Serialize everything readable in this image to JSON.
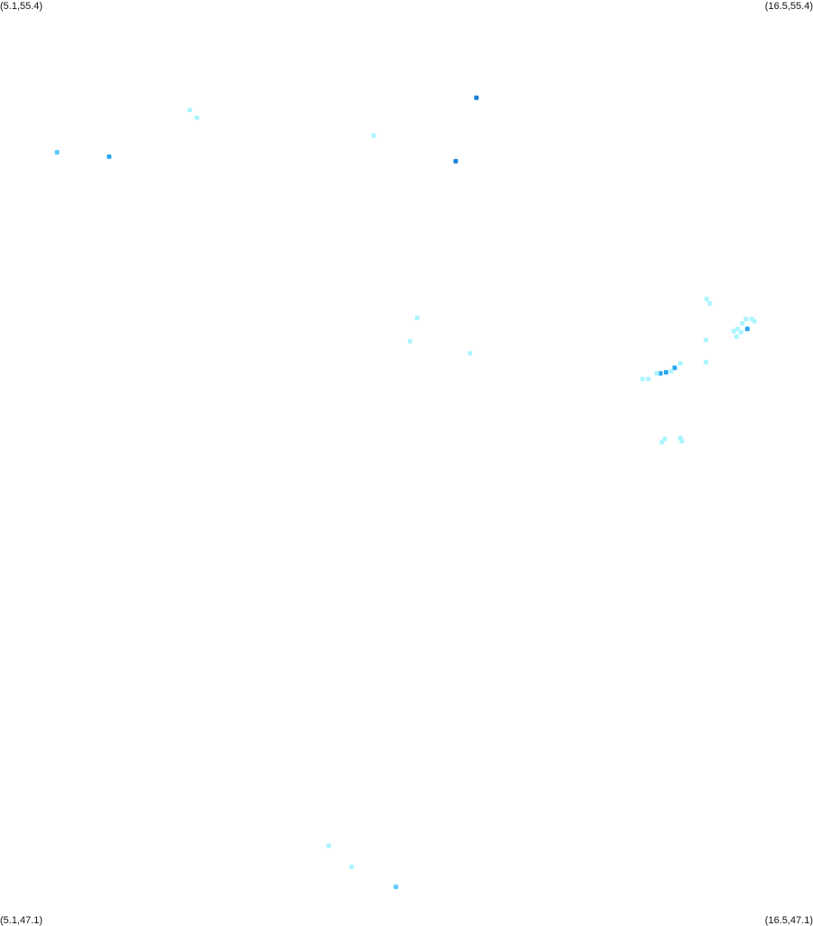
{
  "map": {
    "corners": {
      "top_left": "(5.1,55.4)",
      "top_right": "(16.5,55.4)",
      "bottom_left": "(5.1,47.1)",
      "bottom_right": "(16.5,47.1)"
    },
    "bounds": {
      "lon_min": 5.1,
      "lon_max": 16.5,
      "lat_min": 47.1,
      "lat_max": 55.4
    },
    "colors": {
      "background": "#ffffff",
      "light": "#a6f4ff",
      "medium": "#5cc8ff",
      "strong": "#2aa8f0",
      "dark": "#1a7fd6"
    },
    "points": [
      {
        "lon": 11.78,
        "lat": 54.52,
        "level": "dark"
      },
      {
        "lon": 7.76,
        "lat": 54.41,
        "level": "light"
      },
      {
        "lon": 7.86,
        "lat": 54.34,
        "level": "light"
      },
      {
        "lon": 10.34,
        "lat": 54.18,
        "level": "light"
      },
      {
        "lon": 5.9,
        "lat": 54.03,
        "level": "medium"
      },
      {
        "lon": 6.63,
        "lat": 53.99,
        "level": "strong"
      },
      {
        "lon": 11.49,
        "lat": 53.95,
        "level": "dark"
      },
      {
        "lon": 15.01,
        "lat": 52.71,
        "level": "light"
      },
      {
        "lon": 15.05,
        "lat": 52.67,
        "level": "light"
      },
      {
        "lon": 15.56,
        "lat": 52.53,
        "level": "light"
      },
      {
        "lon": 15.51,
        "lat": 52.49,
        "level": "light"
      },
      {
        "lon": 15.68,
        "lat": 52.51,
        "level": "light"
      },
      {
        "lon": 15.64,
        "lat": 52.53,
        "level": "light"
      },
      {
        "lon": 15.58,
        "lat": 52.44,
        "level": "strong"
      },
      {
        "lon": 15.44,
        "lat": 52.44,
        "level": "light"
      },
      {
        "lon": 15.39,
        "lat": 52.42,
        "level": "light"
      },
      {
        "lon": 15.43,
        "lat": 52.37,
        "level": "light"
      },
      {
        "lon": 15.49,
        "lat": 52.41,
        "level": "light"
      },
      {
        "lon": 15.0,
        "lat": 52.34,
        "level": "light"
      },
      {
        "lon": 10.95,
        "lat": 52.54,
        "level": "light"
      },
      {
        "lon": 10.85,
        "lat": 52.33,
        "level": "light"
      },
      {
        "lon": 11.69,
        "lat": 52.22,
        "level": "light"
      },
      {
        "lon": 15.0,
        "lat": 52.14,
        "level": "light"
      },
      {
        "lon": 14.64,
        "lat": 52.13,
        "level": "light"
      },
      {
        "lon": 14.56,
        "lat": 52.09,
        "level": "strong"
      },
      {
        "lon": 14.51,
        "lat": 52.06,
        "level": "light"
      },
      {
        "lon": 14.44,
        "lat": 52.05,
        "level": "strong"
      },
      {
        "lon": 14.36,
        "lat": 52.04,
        "level": "strong"
      },
      {
        "lon": 14.31,
        "lat": 52.04,
        "level": "light"
      },
      {
        "lon": 14.19,
        "lat": 51.99,
        "level": "light"
      },
      {
        "lon": 14.11,
        "lat": 51.99,
        "level": "light"
      },
      {
        "lon": 14.64,
        "lat": 51.46,
        "level": "light"
      },
      {
        "lon": 14.66,
        "lat": 51.43,
        "level": "light"
      },
      {
        "lon": 14.42,
        "lat": 51.45,
        "level": "light"
      },
      {
        "lon": 14.38,
        "lat": 51.42,
        "level": "light"
      },
      {
        "lon": 9.71,
        "lat": 47.79,
        "level": "light"
      },
      {
        "lon": 10.03,
        "lat": 47.6,
        "level": "light"
      },
      {
        "lon": 10.65,
        "lat": 47.42,
        "level": "medium"
      }
    ]
  }
}
